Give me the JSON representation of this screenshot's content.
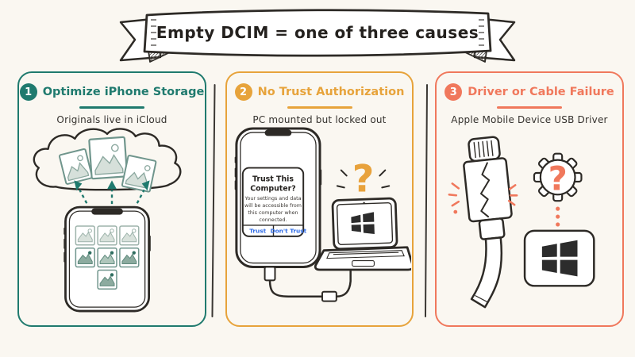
{
  "banner": {
    "title": "Empty DCIM = one of three causes"
  },
  "colors": {
    "background": "#faf7f1",
    "ink": "#2d2a26",
    "teal_accent": "#1f7a6e",
    "amber_accent": "#e7a33b",
    "coral_accent": "#f0785c",
    "ios_button_blue": "#2e6be6",
    "photo_teal_fill": "#8cab9f"
  },
  "panels": [
    {
      "number": "1",
      "title": "Optimize iPhone Storage",
      "subtitle": "Originals live in iCloud",
      "accent": "#1f7a6e",
      "icons": [
        "cloud-icon",
        "photo-icon",
        "iphone-icon",
        "upload-arrow-icon"
      ]
    },
    {
      "number": "2",
      "title": "No Trust Authorization",
      "subtitle": "PC mounted but locked out",
      "accent": "#e7a33b",
      "icons": [
        "iphone-icon",
        "laptop-icon",
        "windows-logo-icon",
        "question-mark-icon",
        "usb-cable-icon"
      ],
      "dialog": {
        "title_line1": "Trust This",
        "title_line2": "Computer?",
        "body_lines": [
          "Your settings and data",
          "will be accessible from",
          "this computer when",
          "connected."
        ],
        "trust_label": "Trust",
        "dont_trust_label": "Don't Trust"
      },
      "question_mark": "?"
    },
    {
      "number": "3",
      "title": "Driver or Cable Failure",
      "subtitle": "Apple Mobile Device USB Driver",
      "accent": "#f0785c",
      "icons": [
        "lightning-cable-icon",
        "crack-icon",
        "gear-icon",
        "question-mark-icon",
        "windows-logo-icon"
      ],
      "question_mark": "?"
    }
  ]
}
